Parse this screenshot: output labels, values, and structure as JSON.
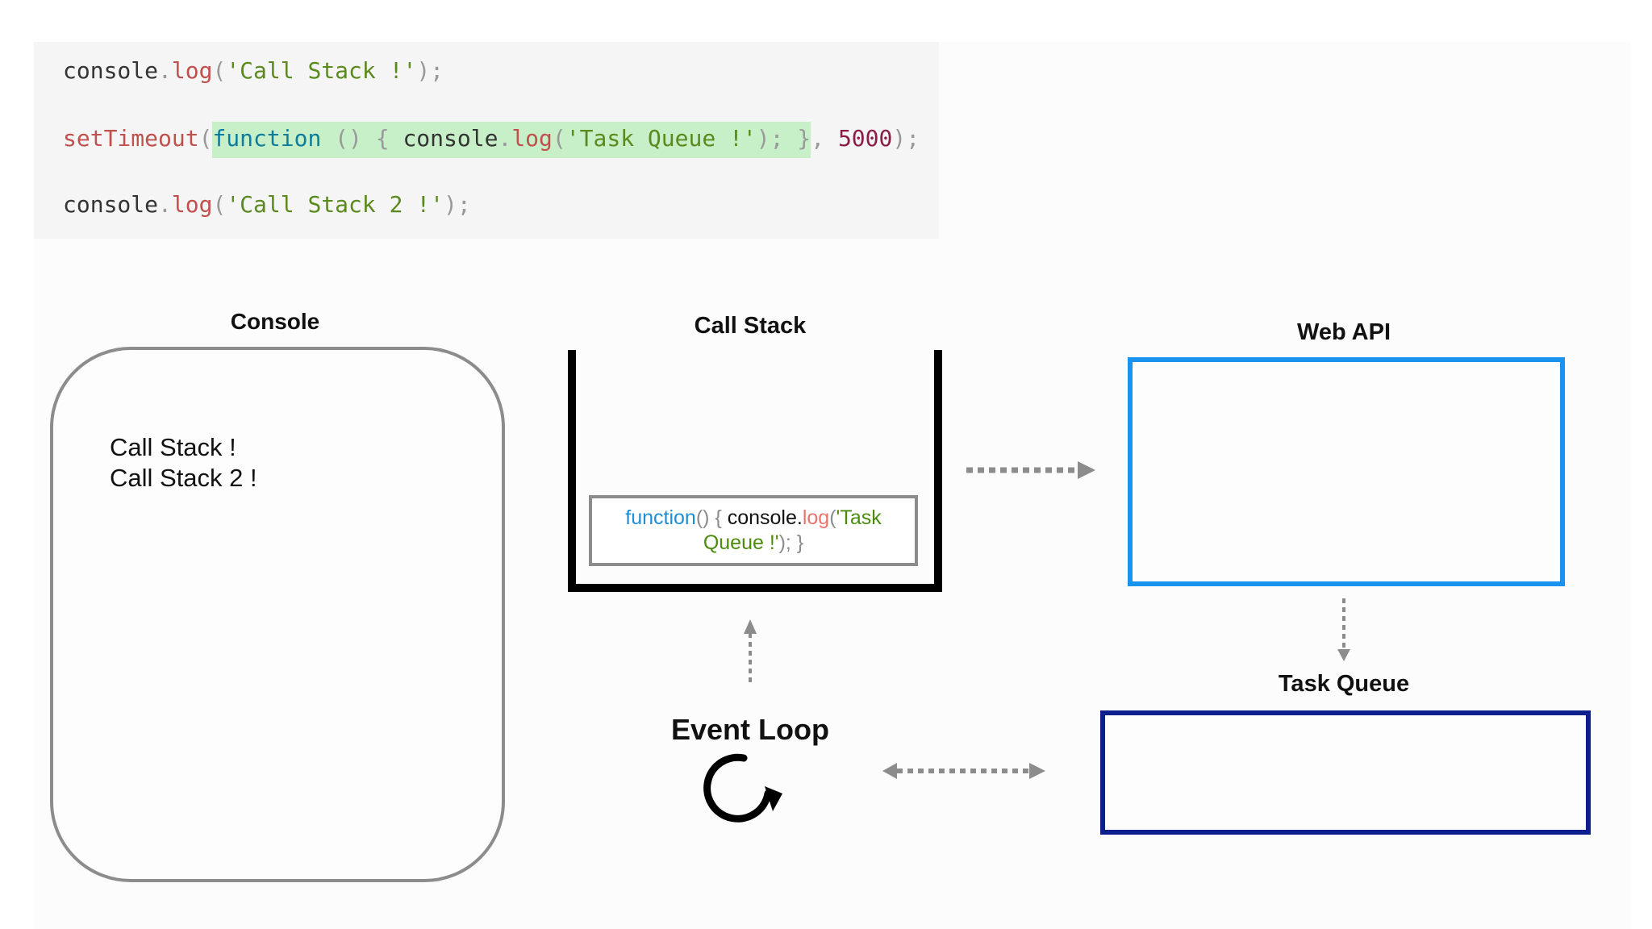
{
  "code": {
    "line1": {
      "obj": "console",
      "dot": ".",
      "fn": "log",
      "open": "(",
      "str": "'Call Stack !'",
      "close": ");"
    },
    "line2": {
      "fn": "setTimeout",
      "open": "(",
      "kw": "function",
      "params": " () { ",
      "obj": "console",
      "dot": ".",
      "fn2": "log",
      "open2": "(",
      "str": "'Task Queue !'",
      "close2": "); }",
      "sep": ", ",
      "num": "5000",
      "close": ");"
    },
    "line3": {
      "obj": "console",
      "dot": ".",
      "fn": "log",
      "open": "(",
      "str": "'Call Stack 2 !'",
      "close": ");"
    }
  },
  "titles": {
    "console": "Console",
    "call_stack": "Call Stack",
    "web_api": "Web API",
    "task_queue": "Task Queue",
    "event_loop": "Event Loop"
  },
  "console_output": [
    "Call Stack !",
    "Call Stack 2 !"
  ],
  "stack_frame": {
    "kw": "function",
    "paren": "() { ",
    "obj": "console.",
    "fn": "log",
    "open": "(",
    "str1": "'Task",
    "str2": "Queue !'",
    "close": "); }"
  },
  "colors": {
    "web_api_border": "#1a93f0",
    "task_queue_border": "#0d1f8c",
    "highlight": "#c8f0c8",
    "arrow": "#8c8c8c"
  },
  "icons": {
    "event_loop": "refresh-cycle-icon"
  }
}
